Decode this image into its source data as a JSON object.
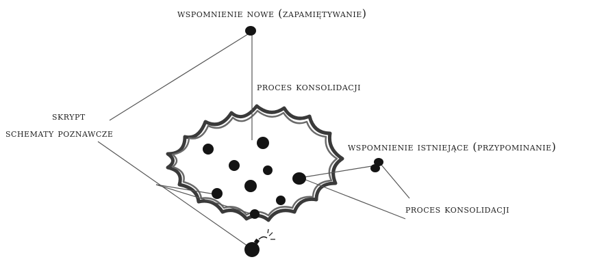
{
  "labels": {
    "new_memory": "WSPOMNIENIE NOWE (ZAPAMIĘTYWANIE)",
    "consolidation_top": "PROCES KONSOLIDACJI",
    "script_line1": "SKRYPT",
    "script_line2": "SCHEMATY POZNAWCZE",
    "existing_memory": "WSPOMNIENIE ISTNIEJĄCE (PRZYPOMINANIE)",
    "consolidation_right": "PROCES KONSOLIDACJI"
  },
  "colors": {
    "text": "#1e1e1e",
    "dot": "#141414",
    "line": "#555555",
    "cloud_stroke": "#3a3a3a"
  },
  "icons": [
    "bomb-icon"
  ]
}
